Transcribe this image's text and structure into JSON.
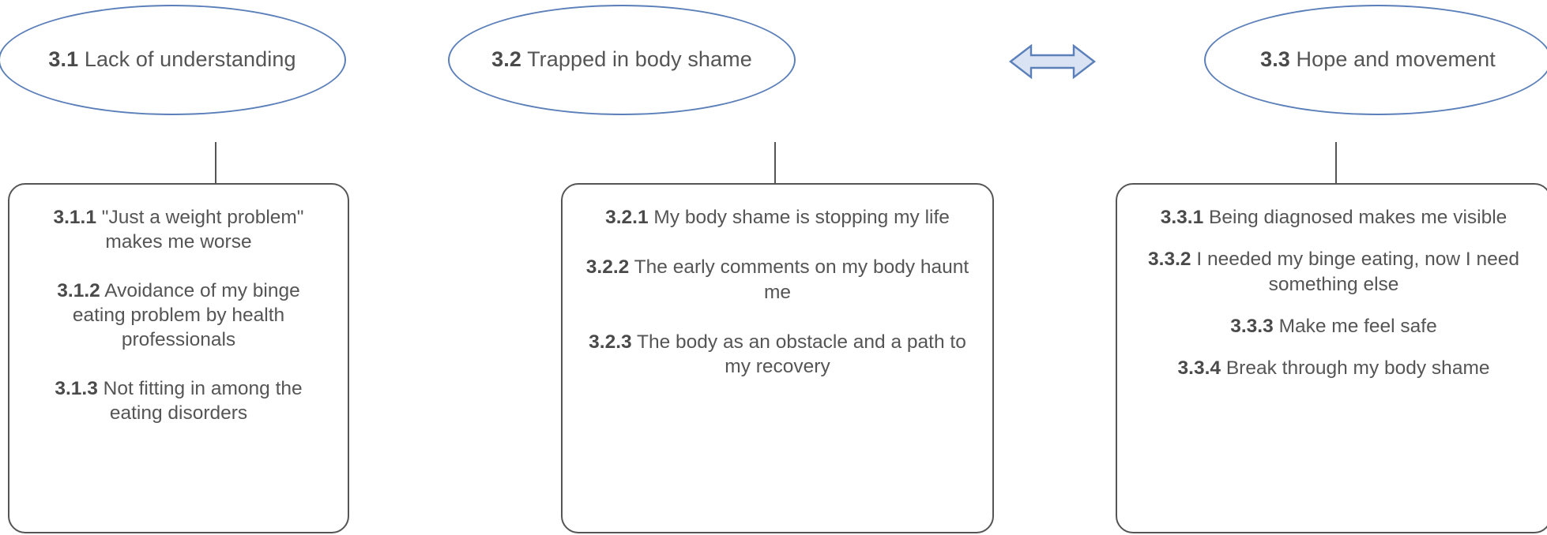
{
  "diagram": {
    "type": "thematic-map",
    "themes": [
      {
        "id": "3.1",
        "number": "3.1",
        "title": "Lack of understanding",
        "subthemes": [
          {
            "number": "3.1.1",
            "text": "\"Just a weight problem\" makes me worse"
          },
          {
            "number": "3.1.2",
            "text": "Avoidance of my binge eating problem by health professionals"
          },
          {
            "number": "3.1.3",
            "text": "Not fitting in among the eating disorders"
          }
        ]
      },
      {
        "id": "3.2",
        "number": "3.2",
        "title": "Trapped in body shame",
        "subthemes": [
          {
            "number": "3.2.1",
            "text": "My body shame is stopping my life"
          },
          {
            "number": "3.2.2",
            "text": "The early comments on my body haunt me"
          },
          {
            "number": "3.2.3",
            "text": "The body as an obstacle and a path to my recovery"
          }
        ]
      },
      {
        "id": "3.3",
        "number": "3.3",
        "title": "Hope and movement",
        "subthemes": [
          {
            "number": "3.3.1",
            "text": "Being diagnosed makes me visible"
          },
          {
            "number": "3.3.2",
            "text": "I needed my binge eating, now I need something else"
          },
          {
            "number": "3.3.3",
            "text": "Make me feel safe"
          },
          {
            "number": "3.3.4",
            "text": "Break through my body shame"
          }
        ]
      }
    ],
    "connectors": [
      {
        "name": "bidirectional-arrow-3.1-3.2",
        "icon": "double-headed-arrow-icon"
      },
      {
        "name": "bidirectional-arrow-3.2-3.3",
        "icon": "double-headed-arrow-icon"
      }
    ],
    "colors": {
      "ellipse_stroke": "#5b7fb9",
      "ellipse_fill": "#ffffff",
      "arrow_fill": "#dae3f3",
      "arrow_stroke": "#5b7fb9",
      "box_stroke": "#555555",
      "box_fill": "#ffffff",
      "text": "#555555",
      "background": "#ffffff"
    }
  }
}
